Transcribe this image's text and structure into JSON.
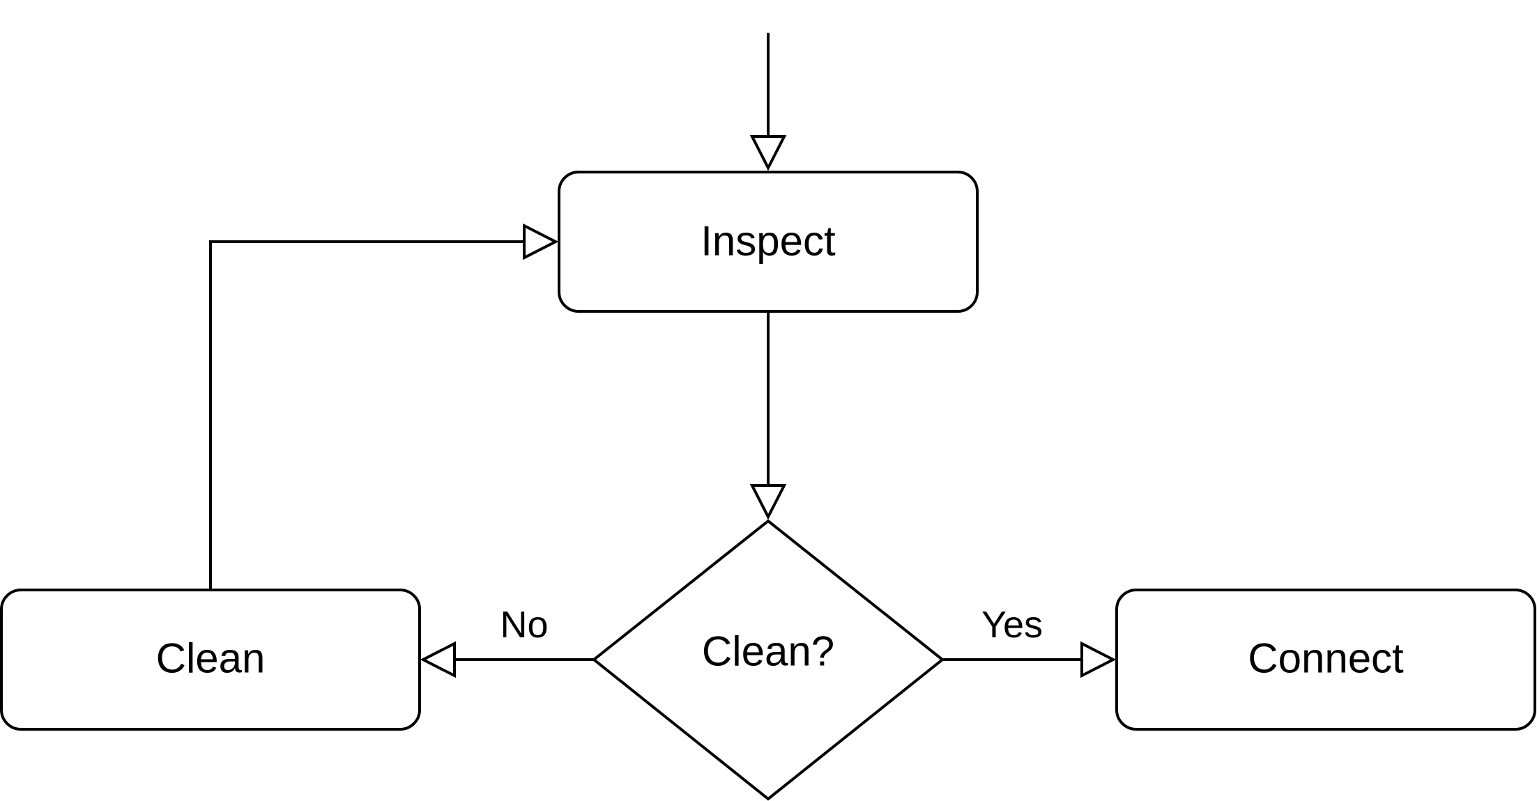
{
  "diagram": {
    "nodes": {
      "inspect": {
        "label": "Inspect"
      },
      "decision": {
        "label": "Clean?"
      },
      "clean": {
        "label": "Clean"
      },
      "connect": {
        "label": "Connect"
      }
    },
    "edges": {
      "no_label": "No",
      "yes_label": "Yes"
    }
  }
}
